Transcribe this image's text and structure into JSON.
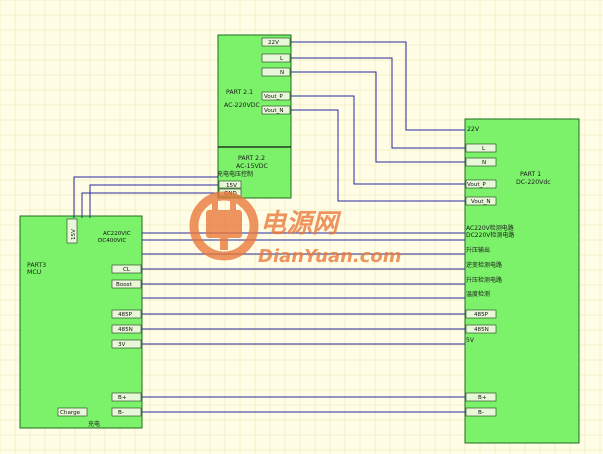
{
  "watermark": {
    "brand_cn": "电源网",
    "brand_en": "DianYuan.com",
    "color": "#e8773a"
  },
  "part21": {
    "name": "PART 2.1",
    "desc": "AC-220VDC",
    "pins": [
      "22V",
      "L",
      "N",
      "Vout_P",
      "Vout_N"
    ]
  },
  "part22": {
    "name": "PART 2.2",
    "desc": "AC-15VDC",
    "label": "充电电压控制",
    "pins": [
      "15V",
      "GND"
    ]
  },
  "part3": {
    "name": "PART3",
    "desc": "MCU",
    "top_pin": "15V",
    "pins": [
      "AC220VIC",
      "DC400VIC",
      "CL",
      "Boost",
      "485P",
      "485N",
      "3V",
      "B+",
      "B-",
      "Charge"
    ],
    "bottom_label": "充电"
  },
  "part1": {
    "name": "PART 1",
    "desc": "DC-220Vdc",
    "top_label": "22V",
    "pins": [
      "L",
      "N",
      "Vout_P",
      "Vout_N",
      "485P",
      "485N",
      "B+",
      "B-"
    ],
    "signal_labels": [
      "AC220V检测电路",
      "DC220V检测电路",
      "升压输出",
      "逆变检测电路",
      "升压检测电路",
      "温度检测"
    ],
    "v_label": "5V"
  },
  "colors": {
    "block_fill": "#7cf26a",
    "block_stroke": "#1f6e1f",
    "wire": "#2a2a9e",
    "grid": "#ece3b0"
  }
}
